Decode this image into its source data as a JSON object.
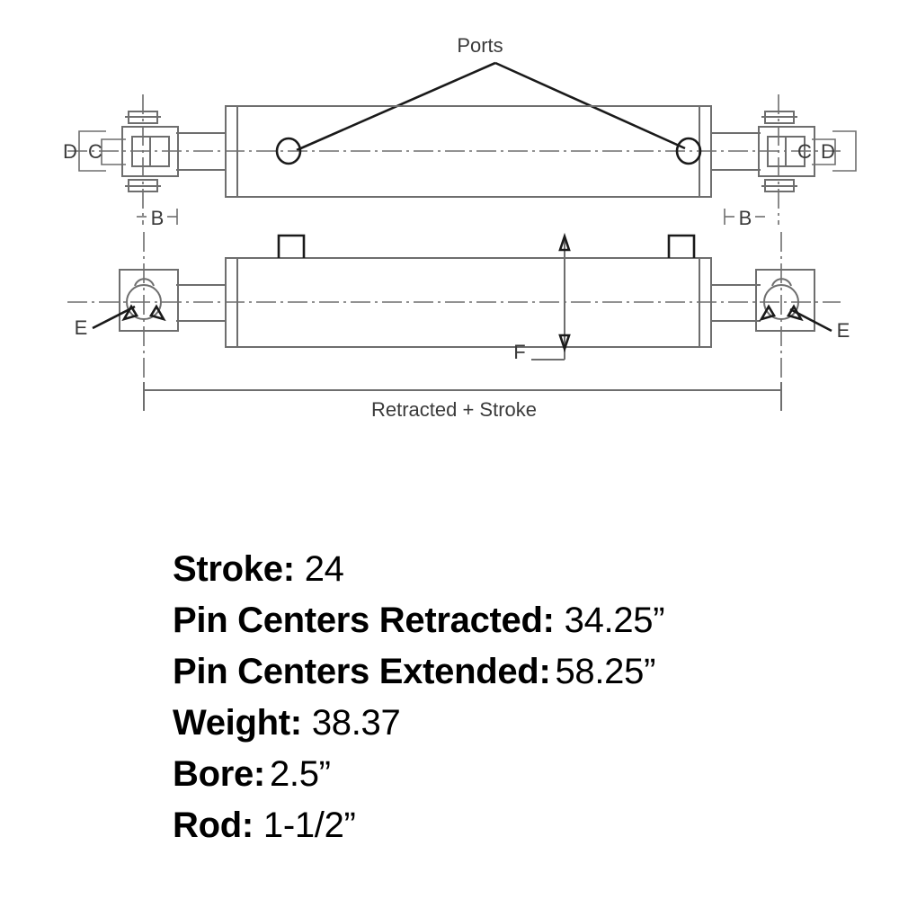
{
  "drawing": {
    "title_leader_label": "Ports",
    "dimension_labels": {
      "d_left": "D",
      "c_left": "C",
      "b_left": "B",
      "c_right": "C",
      "d_right": "D",
      "b_right": "B",
      "e_left": "E",
      "e_right": "E",
      "f": "F"
    },
    "overall_dimension_caption": "Retracted + Stroke",
    "colors": {
      "line": "#6e6e6e",
      "line_dark": "#1a1a1a",
      "text": "#3a3a3a",
      "background": "#ffffff"
    },
    "views": [
      {
        "name": "top-view",
        "description": "side elevation with ports and clevis ends"
      },
      {
        "name": "bottom-view",
        "description": "rotated view with grease fitting ends and port bosses"
      }
    ]
  },
  "specs": [
    {
      "label": "Stroke:",
      "value": "24",
      "gap": "md"
    },
    {
      "label": "Pin Centers Retracted:",
      "value": "34.25”",
      "gap": "md"
    },
    {
      "label": "Pin Centers Extended:",
      "value": "58.25”",
      "gap": "sm"
    },
    {
      "label": "Weight:",
      "value": "38.37",
      "gap": "md"
    },
    {
      "label": "Bore:",
      "value": "2.5”",
      "gap": "sm"
    },
    {
      "label": "Rod:",
      "value": "1-1/2”",
      "gap": "md"
    }
  ]
}
